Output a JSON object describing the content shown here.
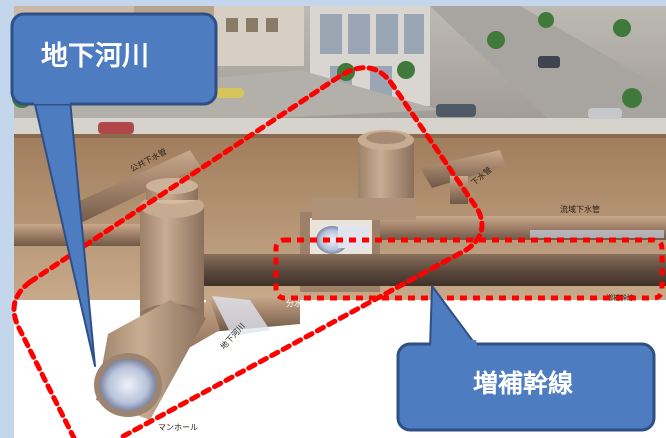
{
  "callouts": {
    "underground_river": "地下河川",
    "reinforcement_trunk": "増補幹線"
  },
  "diagram_labels": {
    "public_sewer": "公共下水管",
    "basin_sewer": "流域下水管",
    "branch_manhole": "分水マンホール",
    "underground_river_small": "地下河川",
    "manhole": "マンホール",
    "trunk_small": "増補幹線",
    "sewer_right": "下水管"
  },
  "colors": {
    "callout_fill": "#4e7cc0",
    "callout_border": "#2f4f86",
    "highlight_dash": "#ff0000",
    "soil": "#b99874",
    "pipe": "#a0826a",
    "sky_frame": "#c3d6ec"
  }
}
